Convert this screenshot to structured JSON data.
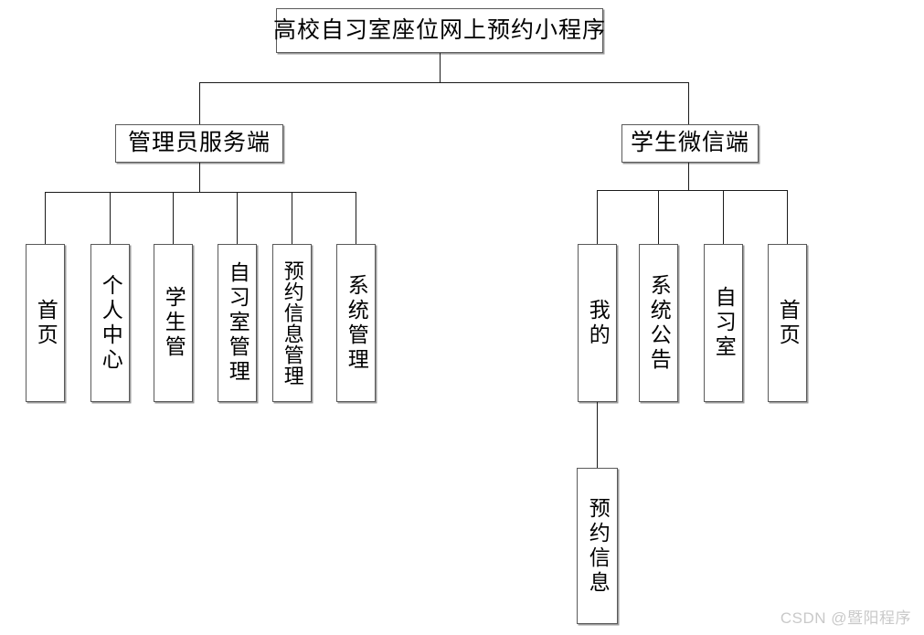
{
  "diagram": {
    "type": "tree",
    "title": "高校自习室座位网上预约小程序",
    "root": {
      "label": "高校自习室座位网上预约小程序",
      "orientation": "horizontal"
    },
    "branches": [
      {
        "id": "admin",
        "label": "管理员服务端",
        "orientation": "horizontal",
        "children": [
          {
            "id": "admin-home",
            "label": "首页",
            "orientation": "vertical"
          },
          {
            "id": "admin-profile",
            "label": "个人中心",
            "orientation": "vertical"
          },
          {
            "id": "admin-student",
            "label": "学生管",
            "orientation": "vertical"
          },
          {
            "id": "admin-room",
            "label": "自习室管理",
            "orientation": "vertical"
          },
          {
            "id": "admin-reservation",
            "label": "预约信息管理",
            "orientation": "vertical"
          },
          {
            "id": "admin-system",
            "label": "系统管理",
            "orientation": "vertical"
          }
        ]
      },
      {
        "id": "student",
        "label": "学生微信端",
        "orientation": "horizontal",
        "children": [
          {
            "id": "stu-mine",
            "label": "我的",
            "orientation": "vertical",
            "children": [
              {
                "id": "stu-reservation-info",
                "label": "预约信息",
                "orientation": "vertical"
              }
            ]
          },
          {
            "id": "stu-notice",
            "label": "系统公告",
            "orientation": "vertical"
          },
          {
            "id": "stu-room",
            "label": "自习室",
            "orientation": "vertical"
          },
          {
            "id": "stu-home",
            "label": "首页",
            "orientation": "vertical"
          }
        ]
      }
    ]
  },
  "watermark": {
    "text": "CSDN @暨阳程序"
  },
  "colors": {
    "box_border": "#5a5a5a",
    "box_shadow": "#9a9a9a",
    "line": "#1a1a1a",
    "text": "#000000",
    "background": "#ffffff",
    "watermark": "#c9c9c9"
  }
}
